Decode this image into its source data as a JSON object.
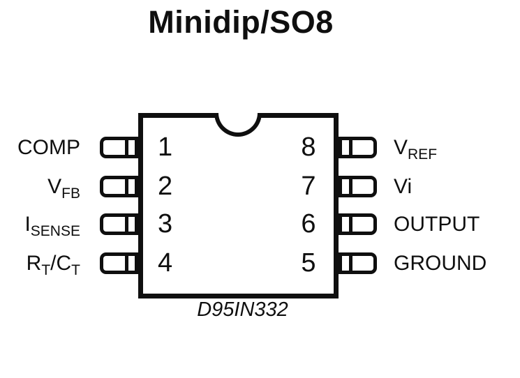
{
  "title": "Minidip/SO8",
  "figure_code": "D95IN332",
  "colors": {
    "ink": "#0f0f0f",
    "background": "#ffffff"
  },
  "chip": {
    "package": "8-pin dual in-line",
    "left_pins": [
      {
        "number": "1",
        "name": "COMP",
        "parts": [
          {
            "text": "COMP",
            "sub": false
          }
        ]
      },
      {
        "number": "2",
        "name": "VFB",
        "parts": [
          {
            "text": "V",
            "sub": false
          },
          {
            "text": "FB",
            "sub": true
          }
        ]
      },
      {
        "number": "3",
        "name": "ISENSE",
        "parts": [
          {
            "text": "I",
            "sub": false
          },
          {
            "text": "SENSE",
            "sub": true
          }
        ]
      },
      {
        "number": "4",
        "name": "RT/CT",
        "parts": [
          {
            "text": "R",
            "sub": false
          },
          {
            "text": "T",
            "sub": true
          },
          {
            "text": "/C",
            "sub": false
          },
          {
            "text": "T",
            "sub": true
          }
        ]
      }
    ],
    "right_pins": [
      {
        "number": "8",
        "name": "VREF",
        "parts": [
          {
            "text": "V",
            "sub": false
          },
          {
            "text": "REF",
            "sub": true
          }
        ]
      },
      {
        "number": "7",
        "name": "Vi",
        "parts": [
          {
            "text": "Vi",
            "sub": false
          }
        ]
      },
      {
        "number": "6",
        "name": "OUTPUT",
        "parts": [
          {
            "text": "OUTPUT",
            "sub": false
          }
        ]
      },
      {
        "number": "5",
        "name": "GROUND",
        "parts": [
          {
            "text": "GROUND",
            "sub": false
          }
        ]
      }
    ]
  }
}
